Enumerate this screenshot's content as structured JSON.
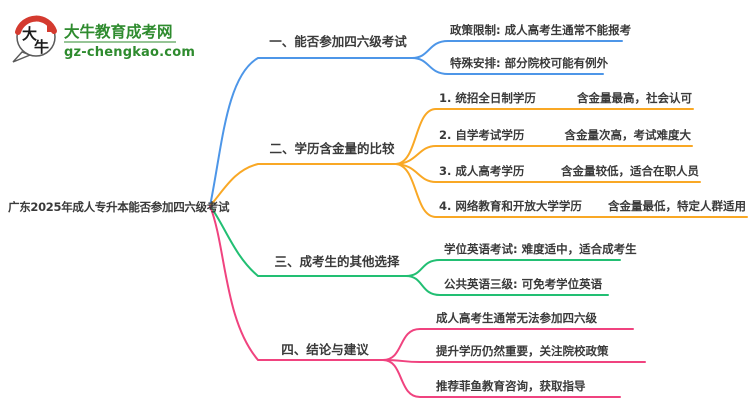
{
  "logo": {
    "mark_char1": "大",
    "mark_char2": "牛",
    "name": "大牛教育成考网",
    "url": "gz-chengkao.com"
  },
  "central_topic": "广东2025年成人专升本能否参加四六级考试",
  "colors": {
    "branch1": "#4D96E8",
    "branch2": "#F9A825",
    "branch3": "#22BF73",
    "branch4": "#F0437F",
    "text": "#3A3A3A",
    "logo_green": "#2E8B2E",
    "logo_red": "#D43A2F"
  },
  "branches": [
    {
      "label": "一、能否参加四六级考试",
      "leaves": [
        {
          "text": "政策限制: 成人高考生通常不能报考"
        },
        {
          "text": "特殊安排: 部分院校可能有例外"
        }
      ]
    },
    {
      "label": "二、学历含金量的比较",
      "leaves": [
        {
          "name": "1. 统招全日制学历",
          "desc": "含金量最高，社会认可"
        },
        {
          "name": "2. 自学考试学历",
          "desc": "含金量次高，考试难度大"
        },
        {
          "name": "3. 成人高考学历",
          "desc": "含金量较低，适合在职人员"
        },
        {
          "name": "4. 网络教育和开放大学学历",
          "desc": "含金量最低，特定人群适用"
        }
      ]
    },
    {
      "label": "三、成考生的其他选择",
      "leaves": [
        {
          "text": "学位英语考试: 难度适中，适合成考生"
        },
        {
          "text": "公共英语三级: 可免考学位英语"
        }
      ]
    },
    {
      "label": "四、结论与建议",
      "leaves": [
        {
          "text": "成人高考生通常无法参加四六级"
        },
        {
          "text": "提升学历仍然重要，关注院校政策"
        },
        {
          "text": "推荐菲鱼教育咨询，获取指导"
        }
      ]
    }
  ]
}
